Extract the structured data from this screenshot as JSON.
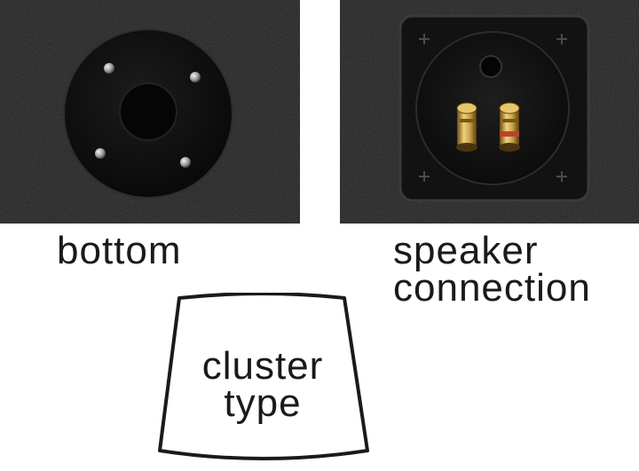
{
  "photos": [
    {
      "caption": "bottom",
      "icon": "speaker-mount-plate-icon"
    },
    {
      "caption_lines": [
        "speaker",
        "connection"
      ],
      "icon": "binding-post-terminal-icon"
    }
  ],
  "shape": {
    "caption_lines": [
      "cluster",
      "type"
    ],
    "icon": "trapezoid-cabinet-outline-icon"
  },
  "colors": {
    "carpet": "#1b1b1b",
    "plate": "#0f0f0f",
    "brass": "#c9a24a",
    "red_ring": "#b8432c",
    "text": "#1a1a1a"
  }
}
